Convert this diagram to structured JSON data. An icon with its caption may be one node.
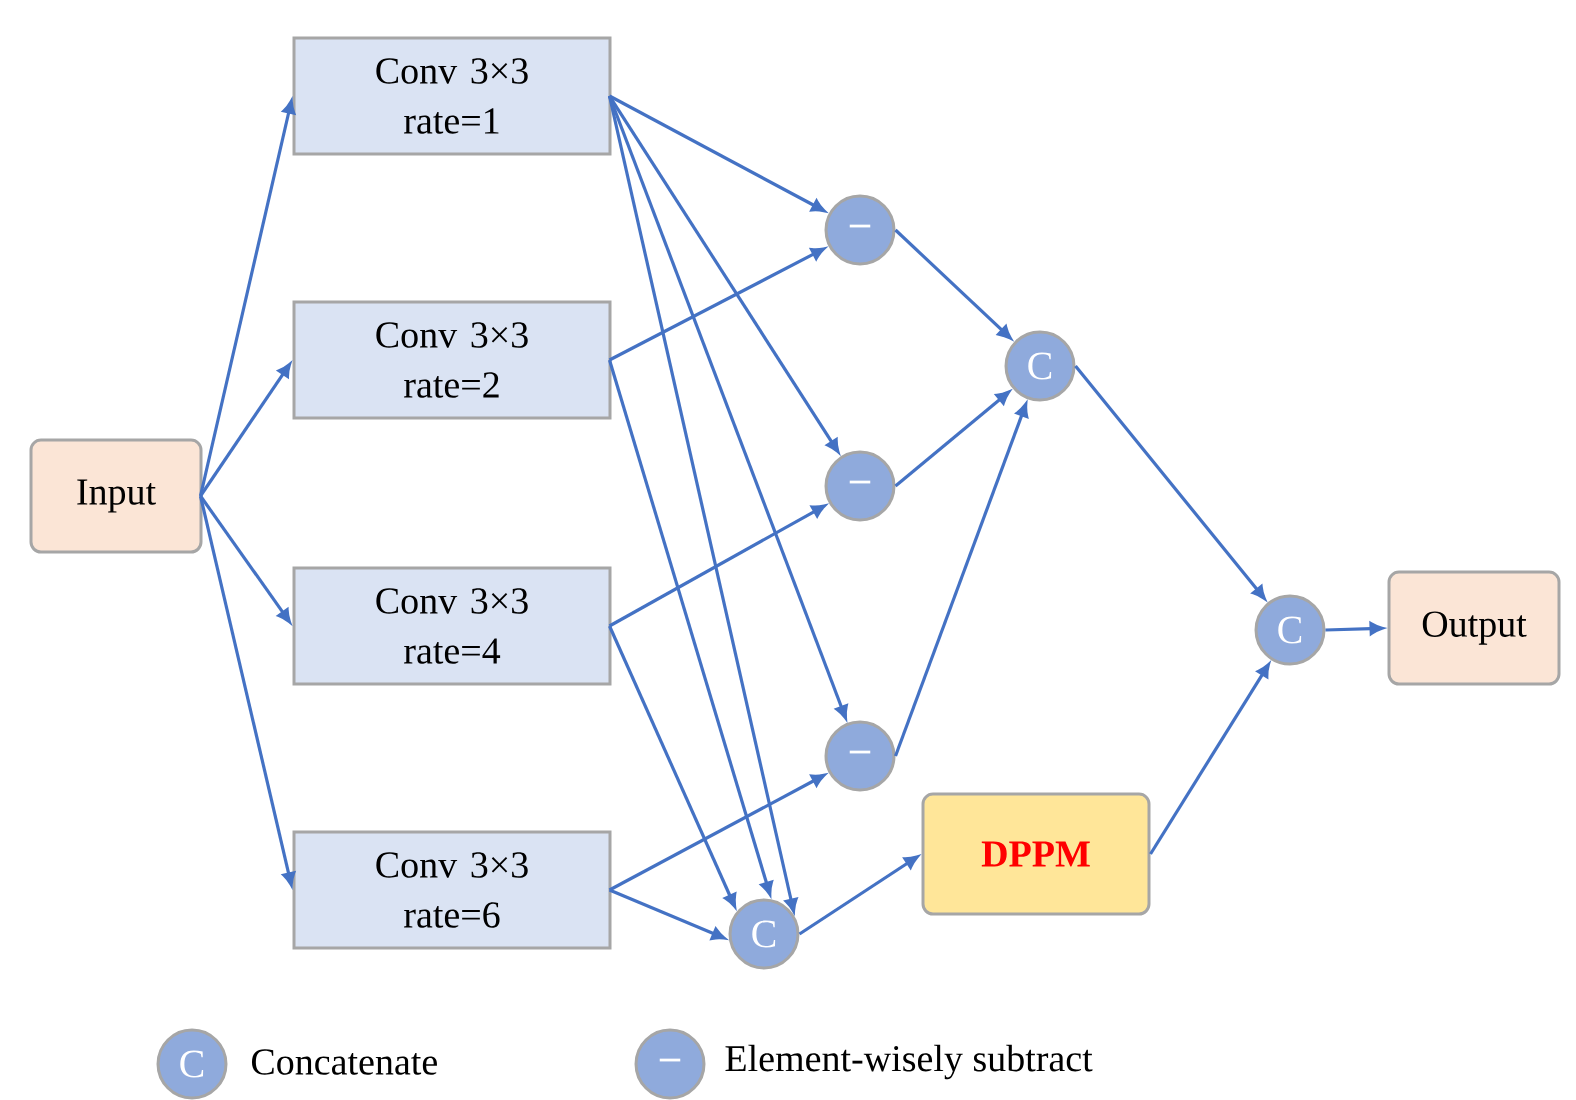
{
  "diagram": {
    "nodes": [
      {
        "text": [
          "Input"
        ]
      },
      {
        "text": [
          "Conv 3×3 rate=1"
        ]
      },
      {
        "text": [
          "Conv 3×3 rate=2"
        ]
      },
      {
        "text": [
          "Conv 3×3 rate=4"
        ]
      },
      {
        "text": [
          "Conv 3×3 rate=6"
        ]
      },
      {
        "text": [
          "–"
        ]
      },
      {
        "text": [
          "–"
        ]
      },
      {
        "text": [
          "–"
        ]
      },
      {
        "text": [
          "C"
        ]
      },
      {
        "text": [
          "C"
        ]
      },
      {
        "text": [
          "DPPM"
        ]
      },
      {
        "text": [
          "C"
        ]
      },
      {
        "text": [
          "Output"
        ]
      }
    ],
    "edges": [
      {
        "from": 0,
        "to": 1,
        "arrow": "to"
      },
      {
        "from": 0,
        "to": 2,
        "arrow": "to"
      },
      {
        "from": 0,
        "to": 3,
        "arrow": "to"
      },
      {
        "from": 0,
        "to": 4,
        "arrow": "to"
      },
      {
        "from": 1,
        "to": 5,
        "arrow": "to"
      },
      {
        "from": 1,
        "to": 6,
        "arrow": "to"
      },
      {
        "from": 1,
        "to": 7,
        "arrow": "to"
      },
      {
        "from": 1,
        "to": 8,
        "arrow": "to"
      },
      {
        "from": 2,
        "to": 5,
        "arrow": "to"
      },
      {
        "from": 2,
        "to": 8,
        "arrow": "to"
      },
      {
        "from": 3,
        "to": 6,
        "arrow": "to"
      },
      {
        "from": 3,
        "to": 8,
        "arrow": "to"
      },
      {
        "from": 4,
        "to": 7,
        "arrow": "to"
      },
      {
        "from": 4,
        "to": 8,
        "arrow": "to"
      },
      {
        "from": 5,
        "to": 9,
        "arrow": "to"
      },
      {
        "from": 6,
        "to": 9,
        "arrow": "to"
      },
      {
        "from": 7,
        "to": 9,
        "arrow": "to"
      },
      {
        "from": 8,
        "to": 10,
        "arrow": "to"
      },
      {
        "from": 9,
        "to": 11,
        "arrow": "to"
      },
      {
        "from": 10,
        "to": 11,
        "arrow": "to"
      },
      {
        "from": 11,
        "to": 12,
        "arrow": "to"
      }
    ],
    "labels": [
      "C",
      "–"
    ],
    "legend": [
      {
        "text": "Concatenate"
      },
      {
        "text": "Element-wisely subtract"
      }
    ]
  }
}
